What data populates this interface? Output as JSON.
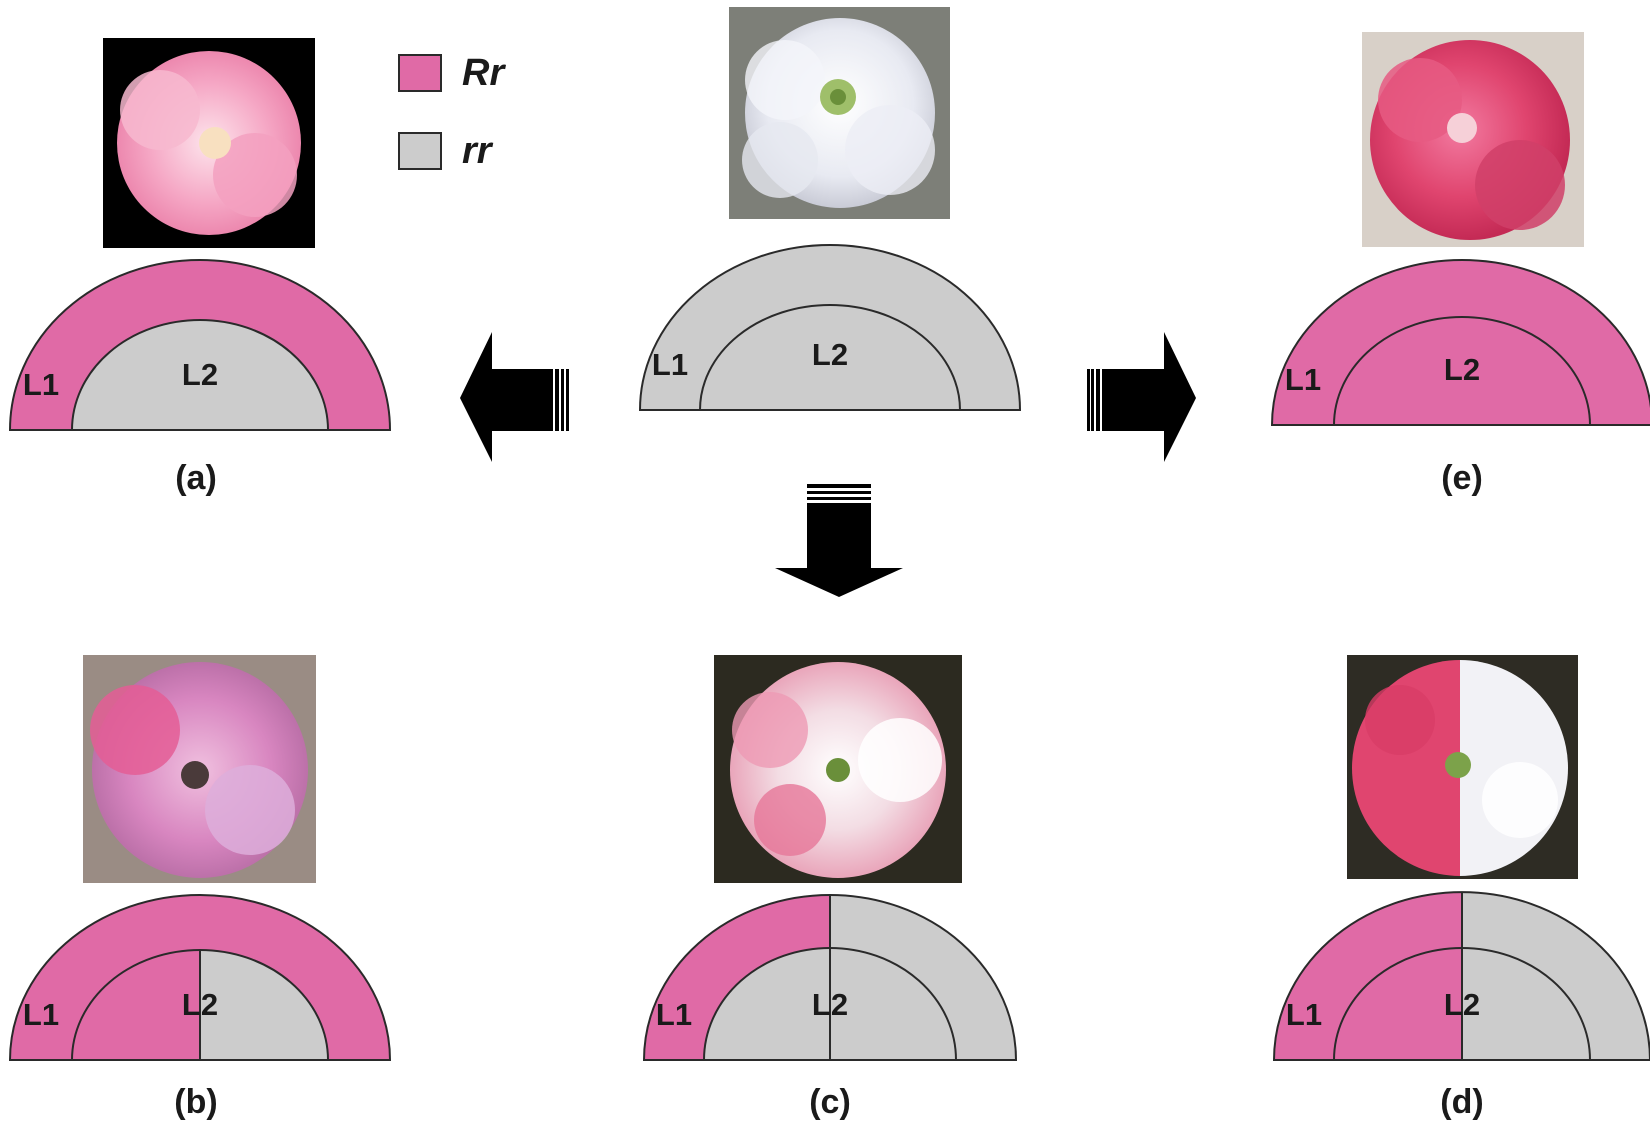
{
  "colors": {
    "rr_dominant": "#e06aa6",
    "rr_recessive": "#cccccc",
    "outline": "#2a2a2a",
    "arrow": "#000000"
  },
  "legend": [
    {
      "label": "Rr",
      "color": "#e06aa6"
    },
    {
      "label": "rr",
      "color": "#cccccc"
    }
  ],
  "layers": {
    "outer": "L1",
    "inner": "L2"
  },
  "diagrams": [
    {
      "id": "center",
      "caption": "",
      "l1": "rr",
      "l2": "rr",
      "photo": {
        "background": "#7d7f78",
        "flower": "white"
      }
    },
    {
      "id": "a",
      "caption": "(a)",
      "l1": "Rr",
      "l2": "rr",
      "photo": {
        "background": "#000000",
        "flower": "light-pink"
      }
    },
    {
      "id": "e",
      "caption": "(e)",
      "l1": "Rr",
      "l2": "Rr",
      "photo": {
        "background": "#d8d0c8",
        "flower": "deep-pink"
      }
    },
    {
      "id": "b",
      "caption": "(b)",
      "l1": "Rr",
      "l2": "half Rr / half rr",
      "photo": {
        "background": "#9a8c84",
        "flower": "pink-lilac"
      }
    },
    {
      "id": "c",
      "caption": "(c)",
      "l1": "half Rr / half rr",
      "l2": "rr",
      "photo": {
        "background": "#2c2a20",
        "flower": "pink-white variegated"
      }
    },
    {
      "id": "d",
      "caption": "(d)",
      "l1": "half Rr / half rr",
      "l2": "half Rr / half rr",
      "photo": {
        "background": "#2e2c24",
        "flower": "pink-white sectorial"
      }
    }
  ],
  "arrows": [
    "left",
    "right",
    "down"
  ]
}
